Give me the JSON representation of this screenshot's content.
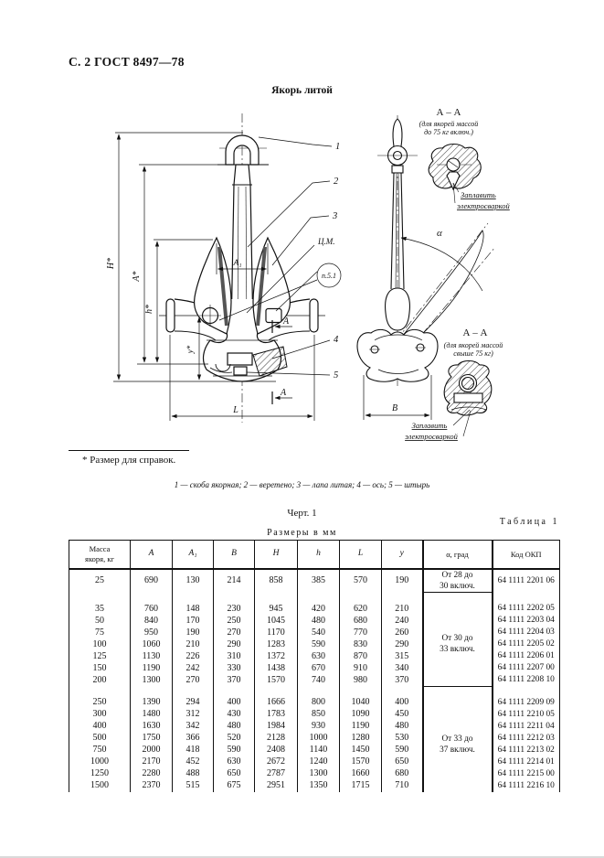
{
  "page": {
    "header": "С. 2 ГОСТ 8497—78",
    "title": "Якорь литой",
    "footnote": "*  Размер для справок.",
    "legend": "1 — скоба якорная; 2 — веретено; 3 — лапа литая; 4 — ось; 5 — штырь",
    "fig_caption": "Черт. 1",
    "table_title": "Таблица 1",
    "units_note": "Размеры в мм"
  },
  "drawing": {
    "callouts": {
      "c1": "1",
      "c2": "2",
      "c3": "3",
      "c4": "4",
      "c5": "5"
    },
    "labels": {
      "cm": "Ц.М.",
      "p51": "п.5.1",
      "alpha": "α",
      "section_mark": "А",
      "dim_H": "H*",
      "dim_A": "A*",
      "dim_h": "h*",
      "dim_y": "y*",
      "dim_A1": "A₁",
      "dim_L": "L",
      "dim_B": "В"
    },
    "section_top": {
      "title": "А – А",
      "sub1": "(для якорей массой",
      "sub2": "до 75 кг включ.)",
      "weld1": "Заплавить",
      "weld2": "электросваркой"
    },
    "section_bottom": {
      "title": "А – А",
      "sub1": "(для якорей массой",
      "sub2": "свыше 75 кг)",
      "weld1": "Заплавить",
      "weld2": "электросваркой"
    }
  },
  "table": {
    "headers": [
      "Масса\nякоря, кг",
      "A",
      "A₁",
      "B",
      "H",
      "h",
      "L",
      "y",
      "α, град",
      "Код ОКП"
    ],
    "groups": [
      {
        "alpha": "От 28 до\n30 включ.",
        "rows": [
          [
            "25",
            "690",
            "130",
            "214",
            "858",
            "385",
            "570",
            "190",
            "64 1111 2201 06"
          ]
        ]
      },
      {
        "alpha": "От 30 до\n33 включ.",
        "rows": [
          [
            "35",
            "760",
            "148",
            "230",
            "945",
            "420",
            "620",
            "210",
            "64 1111 2202 05"
          ],
          [
            "50",
            "840",
            "170",
            "250",
            "1045",
            "480",
            "680",
            "240",
            "64 1111 2203 04"
          ],
          [
            "75",
            "950",
            "190",
            "270",
            "1170",
            "540",
            "770",
            "260",
            "64 1111 2204 03"
          ],
          [
            "100",
            "1060",
            "210",
            "290",
            "1283",
            "590",
            "830",
            "290",
            "64 1111 2205 02"
          ],
          [
            "125",
            "1130",
            "226",
            "310",
            "1372",
            "630",
            "870",
            "315",
            "64 1111 2206 01"
          ],
          [
            "150",
            "1190",
            "242",
            "330",
            "1438",
            "670",
            "910",
            "340",
            "64 1111 2207 00"
          ],
          [
            "200",
            "1300",
            "270",
            "370",
            "1570",
            "740",
            "980",
            "370",
            "64 1111 2208 10"
          ]
        ]
      },
      {
        "alpha": "От 33 до\n37 включ.",
        "rows": [
          [
            "250",
            "1390",
            "294",
            "400",
            "1666",
            "800",
            "1040",
            "400",
            "64 1111 2209 09"
          ],
          [
            "300",
            "1480",
            "312",
            "430",
            "1783",
            "850",
            "1090",
            "450",
            "64 1111 2210 05"
          ],
          [
            "400",
            "1630",
            "342",
            "480",
            "1984",
            "930",
            "1190",
            "480",
            "64 1111 2211 04"
          ],
          [
            "500",
            "1750",
            "366",
            "520",
            "2128",
            "1000",
            "1280",
            "530",
            "64 1111 2212 03"
          ],
          [
            "750",
            "2000",
            "418",
            "590",
            "2408",
            "1140",
            "1450",
            "590",
            "64 1111 2213 02"
          ],
          [
            "1000",
            "2170",
            "452",
            "630",
            "2672",
            "1240",
            "1570",
            "650",
            "64 1111 2214 01"
          ],
          [
            "1250",
            "2280",
            "488",
            "650",
            "2787",
            "1300",
            "1660",
            "680",
            "64 1111 2215 00"
          ],
          [
            "1500",
            "2370",
            "515",
            "675",
            "2951",
            "1350",
            "1715",
            "710",
            "64 1111 2216 10"
          ]
        ]
      }
    ]
  }
}
